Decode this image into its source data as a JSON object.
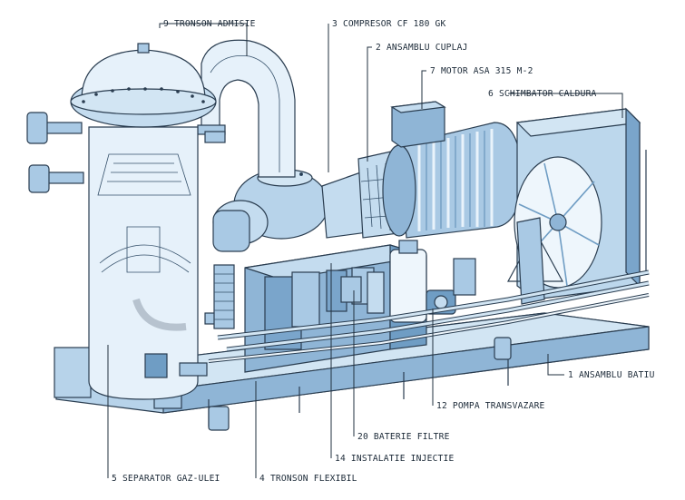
{
  "labels": {
    "tronson_admisie": "9 TRONSON ADMISIE",
    "compresor": "3 COMPRESOR CF 180 GK",
    "ansamblu_cuplaj": "2 ANSAMBLU CUPLAJ",
    "motor": "7 MOTOR ASA 315 M-2",
    "schimbator_caldura": "6 SCHIMBATOR CALDURA",
    "ansamblu_batiu": "1 ANSAMBLU BATIU",
    "pompa_transvazare": "12 POMPA TRANSVAZARE",
    "baterie_filtre": "20 BATERIE FILTRE",
    "instalatie_injectie": "14 INSTALATIE INJECTIE",
    "separator_gaz_ulei": "5 SEPARATOR GAZ-ULEI",
    "tronson_flexibil": "4 TRONSON FLEXIBIL"
  },
  "colors": {
    "machine_fill": "#a9c9e4",
    "machine_light": "#d2e5f3",
    "machine_dark": "#6f9dc4",
    "outline": "#2a3d50",
    "glass_fill": "#e6f1fa",
    "label_text": "#1c2a38",
    "background": "#ffffff"
  }
}
